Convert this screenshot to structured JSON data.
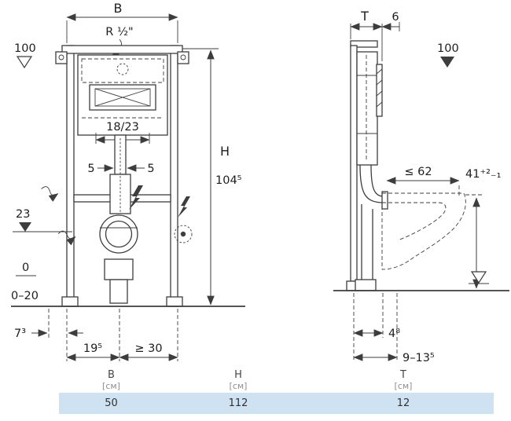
{
  "front": {
    "dim_b": "B",
    "conn": "R ½\"",
    "level_top": "100",
    "window": "18/23",
    "gap_left": "5",
    "gap_right": "5",
    "level_flush": "23",
    "dim_h": "H",
    "dim_h2": "104⁵",
    "level_zero": "0",
    "adjust": "0–20",
    "off_wall": "7³",
    "off_rail": "19⁵",
    "off_min": "≥ 30"
  },
  "side": {
    "dim_t": "T",
    "gap_front": "6",
    "level_top": "100",
    "max_depth": "≤ 62",
    "bowl_height": "41⁺²₋₁",
    "off_wall": "4⁸",
    "outlet_range": "9–13⁵"
  },
  "table": {
    "columns": [
      {
        "label": "B",
        "unit": "[см]",
        "value": "50"
      },
      {
        "label": "H",
        "unit": "[см]",
        "value": "112"
      },
      {
        "label": "T",
        "unit": "[см]",
        "value": "12"
      }
    ]
  },
  "colors": {
    "line": "#3d3d3d",
    "table_value_row": "#cfe2f2"
  }
}
